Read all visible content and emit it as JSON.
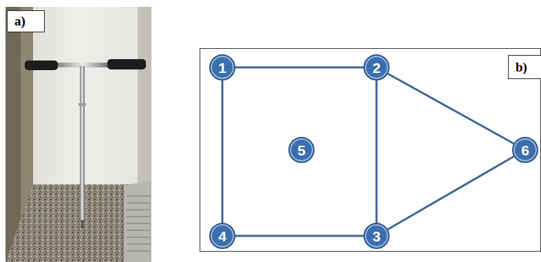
{
  "diagram": {
    "nodes": [
      {
        "text": [
          "1"
        ]
      },
      {
        "text": [
          "2"
        ]
      },
      {
        "text": [
          "5"
        ]
      },
      {
        "text": [
          "6"
        ]
      },
      {
        "text": [
          "4"
        ]
      },
      {
        "text": [
          "3"
        ]
      }
    ],
    "edges": [
      {
        "from": 0,
        "to": 1,
        "arrow": "none"
      },
      {
        "from": 1,
        "to": 5,
        "arrow": "none"
      },
      {
        "from": 5,
        "to": 4,
        "arrow": "none"
      },
      {
        "from": 4,
        "to": 0,
        "arrow": "none"
      },
      {
        "from": 1,
        "to": 3,
        "arrow": "none"
      },
      {
        "from": 3,
        "to": 5,
        "arrow": "none"
      }
    ],
    "labels": [
      "a)",
      "b)"
    ]
  }
}
